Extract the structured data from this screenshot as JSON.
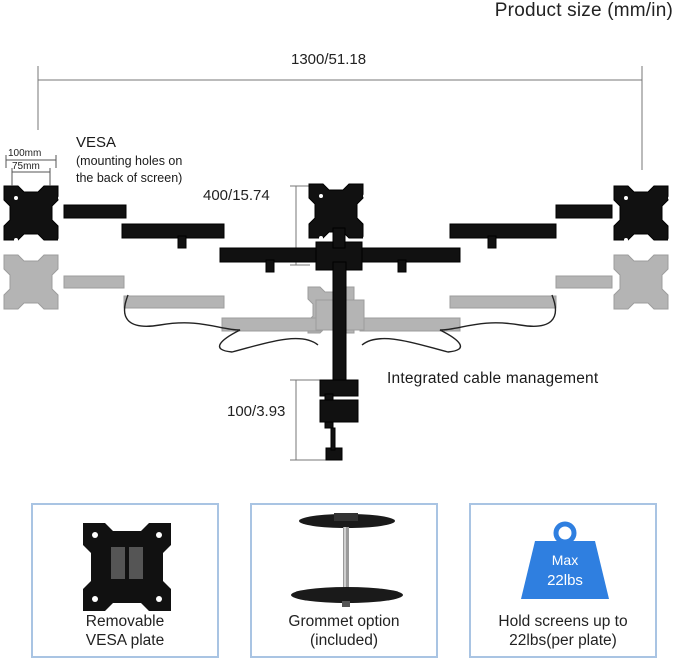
{
  "header": {
    "title": "Product size (mm/in)"
  },
  "dimensions": {
    "width": "1300/51.18",
    "height": "400/15.74",
    "clamp": "100/3.93"
  },
  "vesa": {
    "title": "VESA",
    "note_line1": "(mounting holes on",
    "note_line2": "the back of screen)",
    "outer": "100mm",
    "inner": "75mm"
  },
  "callouts": {
    "cable_management": "Integrated cable management"
  },
  "features": [
    {
      "line1": "Removable",
      "line2": "VESA plate",
      "icon": "vesa-plate-icon"
    },
    {
      "line1": "Grommet option",
      "line2": "(included)",
      "icon": "grommet-icon"
    },
    {
      "line1": "Hold screens up to",
      "line2": "22lbs(per plate)",
      "icon": "weight-icon"
    }
  ],
  "weight_badge": {
    "line1": "Max",
    "line2": "22lbs"
  },
  "colors": {
    "accent_blue": "#2f7fe0",
    "box_border": "#a9c4e3",
    "mount_black": "#111111",
    "ghost_gray": "#9a9a9a"
  }
}
